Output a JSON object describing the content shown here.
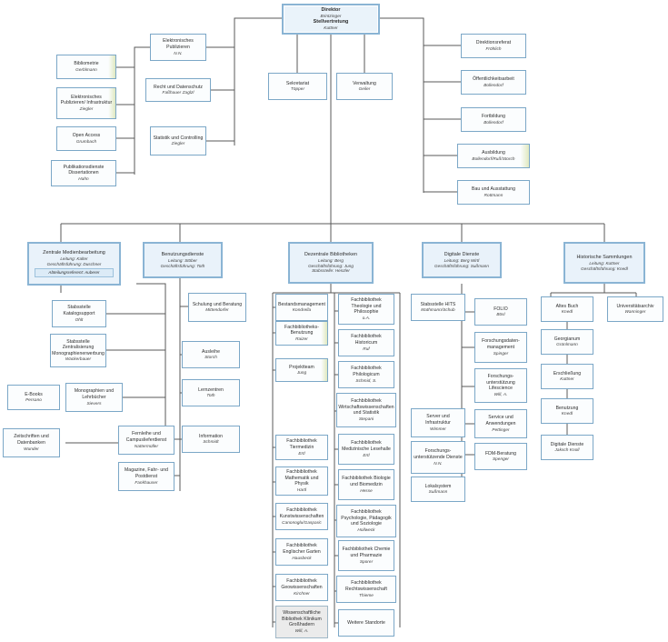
{
  "meta": {
    "title": "Organigramm Universitätsbibliothek",
    "colors": {
      "box_border": "#7ba7c7",
      "box_fill": "#fbfdfe",
      "header_border": "#8ab4d4",
      "header_fill": "#e9f2fa",
      "accent_green": "#dfe8bf",
      "line": "#595959"
    }
  },
  "root": {
    "title": "Direktor",
    "name": "Brintzinger",
    "title2": "Stellvertretung",
    "name2": "Kuttner"
  },
  "top_center": [
    {
      "title": "Sekretariat",
      "name": "Töpper"
    },
    {
      "title": "Verwaltung",
      "name": "Geiler"
    }
  ],
  "top_mid_left": [
    {
      "title": "Elektronisches Publizieren",
      "name": "N.N."
    },
    {
      "title": "Recht und Datenschutz",
      "name": "Faßhauer Zaglzl"
    },
    {
      "title": "Statistik und Controlling",
      "name": "Ziegler"
    }
  ],
  "top_far_left": [
    {
      "title": "Bibliometrie",
      "name": "Gerblmann",
      "accent": true
    },
    {
      "title": "Elektronisches Publizieren/ Infrastruktur",
      "name": "Ziegler",
      "accent": true
    },
    {
      "title": "Open Access",
      "name": "Grumbach",
      "accent": false
    },
    {
      "title": "Publikationsdienste Dissertationen",
      "name": "Hahn",
      "accent": false
    }
  ],
  "top_right": [
    {
      "title": "Direktionsreferat",
      "name": "Fröhlich"
    },
    {
      "title": "Öffentlichkeitsarbeit",
      "name": "Bollendorf"
    },
    {
      "title": "Fortbildung",
      "name": "Bollendorf"
    },
    {
      "title": "Ausbildung",
      "name": "Bollendorf/Ruß/Storch",
      "accent": true
    },
    {
      "title": "Bau und Ausstattung",
      "name": "Rottmann"
    }
  ],
  "departments": [
    {
      "id": "zentrale-medienbearbeitung",
      "title": "Zentrale Medienbearbeitung",
      "lead": "Leitung: Kalter",
      "manager": "Geschäftsführung: Duschner",
      "extra": "Abteilungsreferent: Auberer"
    },
    {
      "id": "benutzungsdienste",
      "title": "Benutzungsdienste",
      "lead": "Leitung: Stöber",
      "manager": "Geschäftsführung: Toth",
      "extra": ""
    },
    {
      "id": "dezentrale-bibliotheken",
      "title": "Dezentrale Bibliotheken",
      "lead": "Leitung: Berg",
      "manager": "Geschäftsführung: Jung",
      "extra": "Stabsstelle: Henzler"
    },
    {
      "id": "digitale-dienste",
      "title": "Digitale Dienste",
      "lead": "Leitung: Berg Wirtl",
      "manager": "Geschäftsführung: Sußmann",
      "extra": ""
    },
    {
      "id": "historische-sammlungen",
      "title": "Historische Sammlungen",
      "lead": "Leitung: Kuttner",
      "manager": "Geschäftsführung: Knedl",
      "extra": ""
    }
  ],
  "zm_right": [
    {
      "title": "Stabsstelle Katalogsupport",
      "name": "Ohlt"
    },
    {
      "title": "Stabsstelle Zentralisierung Monographienerwerbung",
      "name": "Wackerbauer"
    },
    {
      "title": "Monographien und Lehrbücher",
      "name": "Sievers"
    }
  ],
  "zm_left": [
    {
      "title": "E-Books",
      "name": "Persano"
    },
    {
      "title": "Zeitschriften und Datenbanken",
      "name": "Wunder"
    }
  ],
  "bd_right": [
    {
      "title": "Schulung und Beratung",
      "name": "Mittendorfer"
    },
    {
      "title": "Ausleihe",
      "name": "Storch"
    },
    {
      "title": "Lernzentren",
      "name": "Toth"
    },
    {
      "title": "Information",
      "name": "Schmidt"
    }
  ],
  "bd_left": [
    {
      "title": "Fernleihe und Campuslieferdienst",
      "name": "Nattermüller"
    },
    {
      "title": "Magazine, Fahr- und Postdienst",
      "name": "Fankhauser"
    }
  ],
  "db_col1": [
    {
      "title": "Bestandsmanagement",
      "name": "Kondrella"
    },
    {
      "title": "Fachbibliotheks-Benutzung",
      "name": "Raizer",
      "accent": true
    },
    {
      "title": "Projektteam",
      "name": "Jung",
      "accent": true
    }
  ],
  "db_col1b": [
    {
      "title": "Fachbibliothek Tiermedizin",
      "name": "Ertl"
    },
    {
      "title": "Fachbibliothek Mathematik und Physik",
      "name": "Hartl"
    },
    {
      "title": "Fachbibliothek Kunstwissenschaften",
      "name": "Canonoglu/Gasparic"
    },
    {
      "title": "Fachbibliothek Englischer Garten",
      "name": "Hausbeck"
    },
    {
      "title": "Fachbibliothek Geowissenschaften",
      "name": "Kirchner"
    },
    {
      "title": "Wissenschaftliche Bibliothek Klinikum Großhadern",
      "name": "Will, A.",
      "grey": true
    }
  ],
  "db_col2": [
    {
      "title": "Fachbibliothek Theologie und Philosophie",
      "name": "o.A."
    },
    {
      "title": "Fachbibliothek Historicum",
      "name": "Ruf"
    },
    {
      "title": "Fachbibliothek Philologicum",
      "name": "Schmid, S."
    },
    {
      "title": "Fachbibliothek Wirtschaftswissenschaften und Statistik",
      "name": "Stepani"
    },
    {
      "title": "Fachbibliothek Medizinische Lesehalle",
      "name": "Ertl"
    },
    {
      "title": "Fachbibliothek Biologie und Biomedizin",
      "name": "Hesse"
    },
    {
      "title": "Fachbibliothek Psychologie, Pädagogik und Soziologie",
      "name": "Hollweck"
    },
    {
      "title": "Fachbibliothek Chemie und Pharmazie",
      "name": "Sporer"
    },
    {
      "title": "Fachbibliothek Rechtswissenschaft",
      "name": "Thieme"
    },
    {
      "title": "Weitere Standorte",
      "name": ""
    }
  ],
  "dd_col1": [
    {
      "title": "Stabsstelle HITS",
      "name": "Mathmann/Schub"
    },
    {
      "title": "Server und Infrastruktur",
      "name": "Wimmer"
    },
    {
      "title": "Forschungs-unterstützende Dienste",
      "name": "N.N."
    },
    {
      "title": "Lokalsystem",
      "name": "Sußmann"
    }
  ],
  "dd_col2": [
    {
      "title": "FOLIO",
      "name": "Bösl"
    },
    {
      "title": "Forschungsdaten-management",
      "name": "Spinger"
    },
    {
      "title": "Forschungs-unterstützung Lifescience",
      "name": "Will, A."
    },
    {
      "title": "Service und Anwendungen",
      "name": "Pettinger"
    },
    {
      "title": "FDM-Beratung",
      "name": "Spenger"
    }
  ],
  "hs_col": [
    {
      "title": "Altes Buch",
      "name": "Knedl"
    },
    {
      "title": "Georgianum",
      "name": "Grünlmann"
    },
    {
      "title": "Erschließung",
      "name": "Kuttner"
    },
    {
      "title": "Benutzung",
      "name": "Knedl"
    },
    {
      "title": "Digitale Dienste",
      "name": "Jaksch Knoll"
    }
  ],
  "hs_right": [
    {
      "title": "Universitätsarchiv",
      "name": "Wanninger"
    }
  ]
}
